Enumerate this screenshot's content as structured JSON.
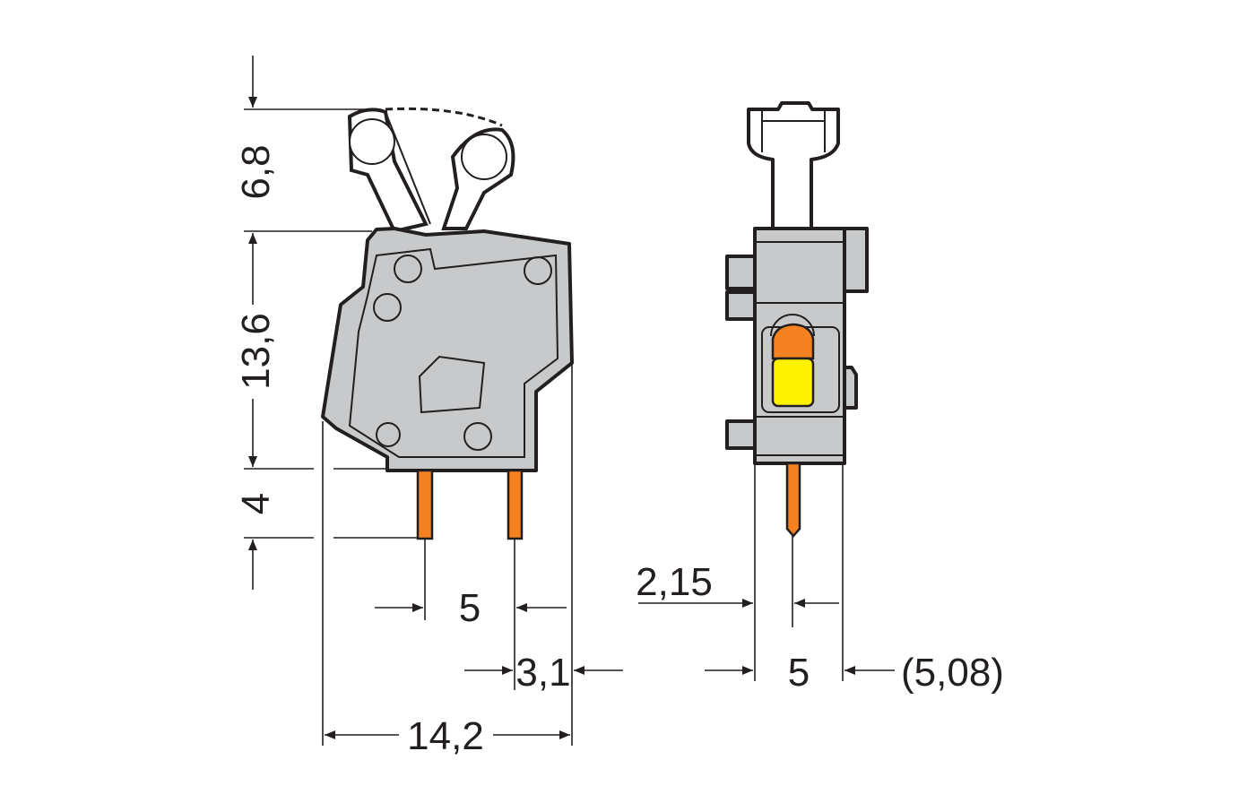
{
  "title": "Terminal block dimension drawing",
  "dimensions": {
    "lever_height": "6,8",
    "body_height": "13,6",
    "pin_length": "4",
    "pin_pitch_front": "5",
    "pin_to_edge": "3,1",
    "overall_width": "14,2",
    "pin_offset_side": "2,15",
    "pitch_side": "5",
    "pitch_alt": "(5,08)"
  },
  "colors": {
    "housing": "#c8c9cb",
    "pin": "#f58220",
    "actuator": "#fff200",
    "outline": "#231f20"
  }
}
